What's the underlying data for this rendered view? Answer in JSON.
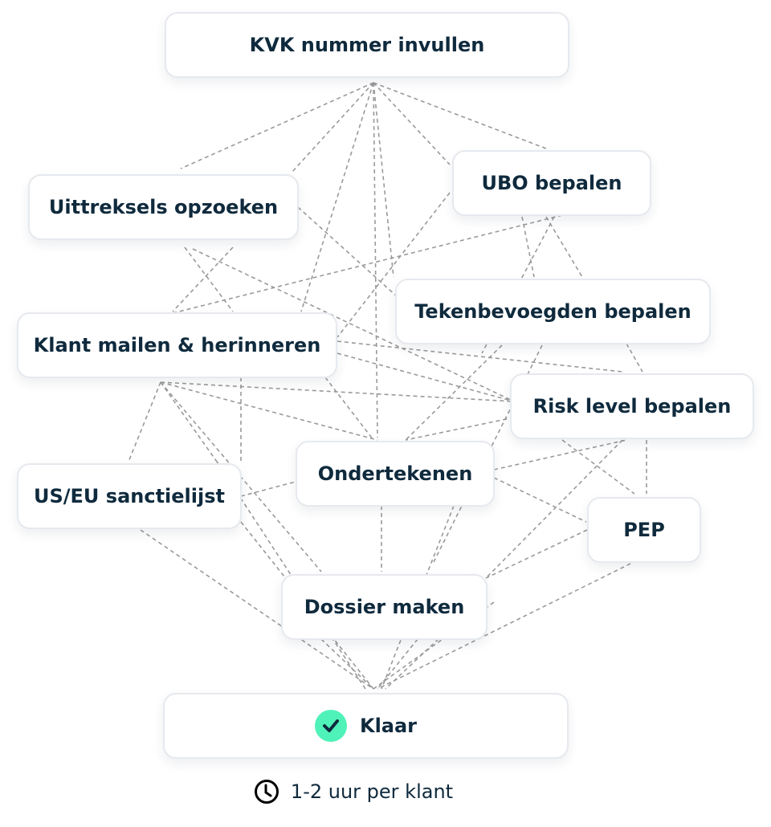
{
  "steps": {
    "kvk": "KVK nummer invullen",
    "uittreksels": "Uittreksels opzoeken",
    "ubo": "UBO bepalen",
    "tekenbevoegden": "Tekenbevoegden bepalen",
    "klant_mailen": "Klant mailen & herinneren",
    "risk": "Risk level bepalen",
    "ondertekenen": "Ondertekenen",
    "sanctielijst": "US/EU sanctielijst",
    "pep": "PEP",
    "dossier": "Dossier maken"
  },
  "done": {
    "label": "Klaar",
    "icon": "check-icon",
    "color": "#4ff2b8"
  },
  "footer": {
    "icon": "clock-icon",
    "text": "1-2 uur per klant"
  }
}
